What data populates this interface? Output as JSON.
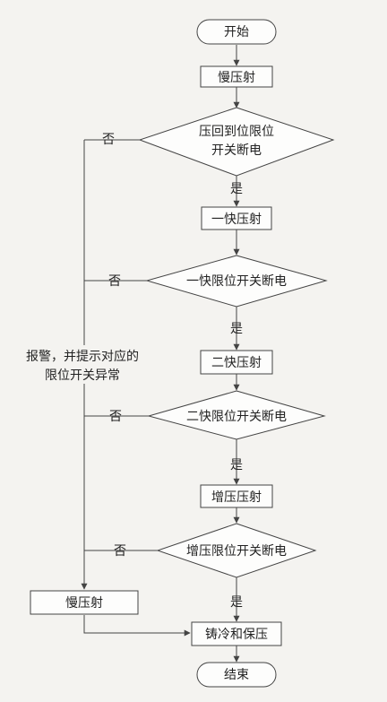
{
  "nodes": {
    "start": "开始",
    "slow_shot_1": "慢压射",
    "decision_1_line1": "压回到位限位",
    "decision_1_line2": "开关断电",
    "fast_shot_1": "一快压射",
    "decision_2": "一快限位开关断电",
    "fast_shot_2": "二快压射",
    "decision_3": "二快限位开关断电",
    "boost_shot": "增压压射",
    "decision_4": "增压限位开关断电",
    "slow_shot_2": "慢压射",
    "cool_hold": "铸冷和保压",
    "end": "结束"
  },
  "labels": {
    "yes": "是",
    "no": "否",
    "alarm_line1": "报警，并提示对应的",
    "alarm_line2": "限位开关异常"
  }
}
